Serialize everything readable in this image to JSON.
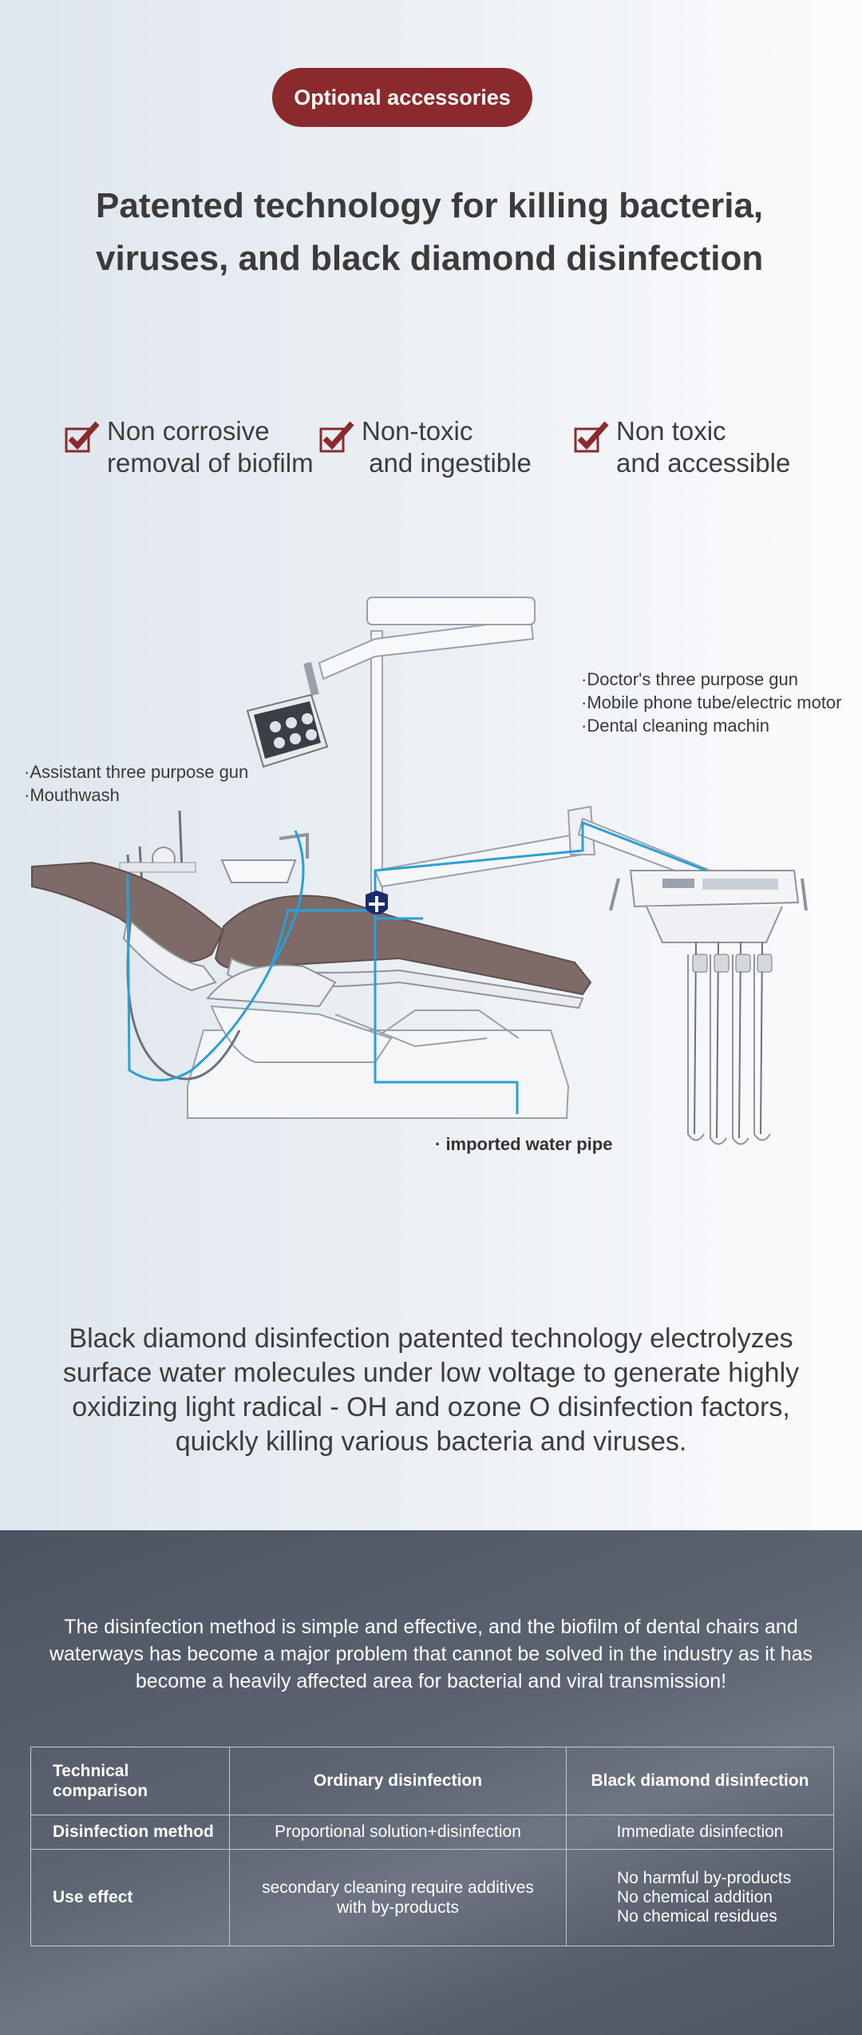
{
  "badge": {
    "label": "Optional accessories"
  },
  "headline": {
    "line1": "Patented technology for killing bacteria,",
    "line2": "viruses, and black diamond disinfection"
  },
  "features": [
    {
      "line1": "Non corrosive",
      "line2": "removal of biofilm",
      "icon": "checkbox-checked-icon"
    },
    {
      "line1": "Non-toxic",
      "line2": " and ingestible",
      "icon": "checkbox-checked-icon"
    },
    {
      "line1": "Non toxic",
      "line2": "and accessible",
      "icon": "checkbox-checked-icon"
    }
  ],
  "annotations": {
    "doctor": [
      "·Doctor's three purpose gun",
      "·Mobile phone tube/electric motor",
      "·Dental cleaning machin"
    ],
    "assistant": [
      "·Assistant three purpose gun",
      "·Mouthwash"
    ],
    "pipe": "· imported water pipe"
  },
  "description": "Black diamond disinfection patented technology electrolyzes surface water molecules under low voltage to generate highly oxidizing light radical - OH and ozone O disinfection factors, quickly killing various bacteria and viruses.",
  "bottom_text": "The disinfection method is simple and effective, and the biofilm of dental chairs and waterways has become a major problem that cannot be solved in the industry as it has become a heavily affected area for bacterial and viral transmission!",
  "comparison": {
    "headers": [
      "Technical comparison",
      "Ordinary disinfection",
      "Black diamond disinfection"
    ],
    "rows": [
      {
        "label": "Disinfection method",
        "ordinary": "Proportional solution+disinfection",
        "black": [
          "Immediate disinfection"
        ]
      },
      {
        "label": "Use effect",
        "ordinary": "secondary cleaning require additives with by-products",
        "black": [
          "No harmful by-products",
          "No chemical addition",
          "No chemical residues"
        ]
      }
    ]
  },
  "colors": {
    "accent": "#8b2a2c",
    "heading": "#3b3b3b",
    "pipe": "#2aa0d8",
    "shield": "#1b2a6b",
    "dark_bg": "#555c6a"
  }
}
